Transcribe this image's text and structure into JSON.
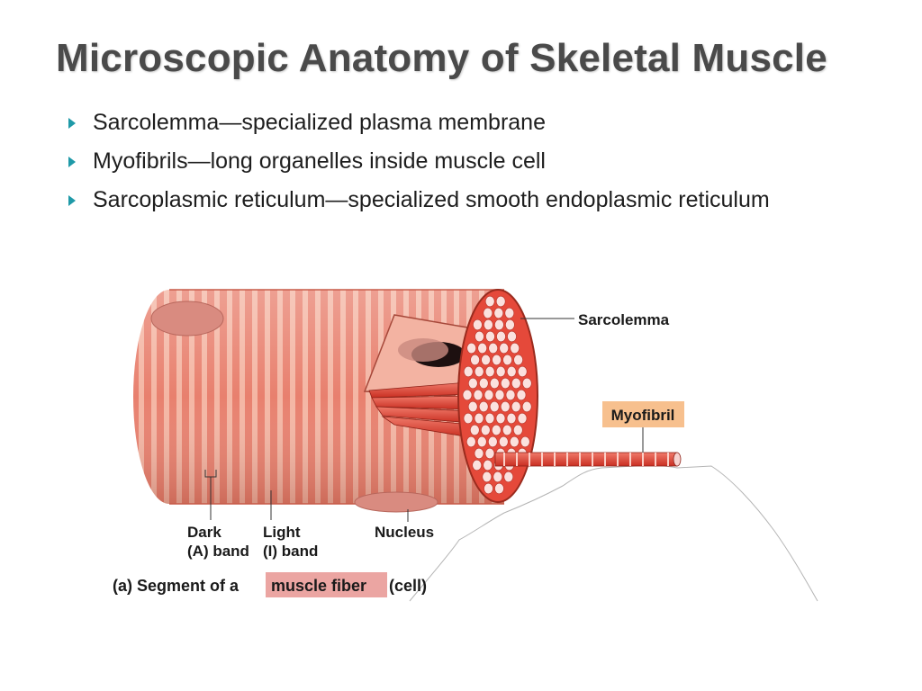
{
  "slide": {
    "title": "Microscopic Anatomy of Skeletal Muscle",
    "bullets": [
      "Sarcolemma—specialized plasma membrane",
      "Myofibrils—long organelles inside muscle cell",
      "Sarcoplasmic reticulum—specialized smooth endoplasmic reticulum"
    ]
  },
  "diagram": {
    "labels": {
      "sarcolemma": "Sarcolemma",
      "myofibril": "Myofibril",
      "dark_band_1": "Dark",
      "dark_band_2": "(A) band",
      "light_band_1": "Light",
      "light_band_2": "(I) band",
      "nucleus": "Nucleus"
    },
    "caption": {
      "prefix": "(a) Segment of a",
      "highlight": "muscle fiber",
      "suffix": "(cell)"
    },
    "colors": {
      "fiber_dark": "#e8806e",
      "fiber_light": "#f4b6a4",
      "myofibril": "#e5493a",
      "myofibril_end": "#f7d2cf",
      "nucleus": "#d98b80",
      "caption_highlight": "#eba5a2",
      "myofibril_label_bg": "#f7c08e",
      "accent": "#1f9aa8"
    }
  }
}
